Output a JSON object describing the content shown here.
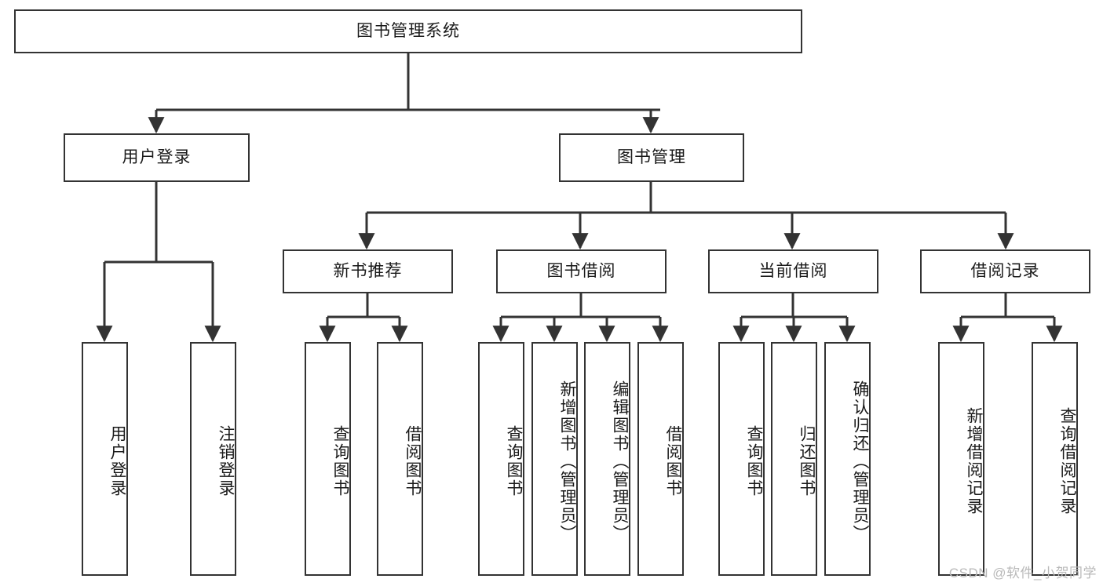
{
  "diagram": {
    "title": "图书管理系统",
    "type": "tree-hierarchy",
    "watermark": "CSDN @软件_小贺同学",
    "colors": {
      "stroke": "#333333",
      "fill": "#ffffff",
      "text": "#1a1a1a",
      "watermark": "#b9b9b9"
    },
    "nodes": {
      "root": {
        "label": "图书管理系统",
        "level": 1,
        "orientation": "horizontal"
      },
      "n_user_login": {
        "label": "用户登录",
        "level": 2,
        "orientation": "horizontal"
      },
      "n_book_manage": {
        "label": "图书管理",
        "level": 2,
        "orientation": "horizontal"
      },
      "n_new_book_rec": {
        "label": "新书推荐",
        "level": 3,
        "orientation": "horizontal"
      },
      "n_book_borrow": {
        "label": "图书借阅",
        "level": 3,
        "orientation": "horizontal"
      },
      "n_current_borrow": {
        "label": "当前借阅",
        "level": 3,
        "orientation": "horizontal"
      },
      "n_borrow_record": {
        "label": "借阅记录",
        "level": 3,
        "orientation": "horizontal"
      },
      "l_user_login": {
        "label": "用户登录",
        "level": 4,
        "orientation": "vertical"
      },
      "l_logout": {
        "label": "注销登录",
        "level": 4,
        "orientation": "vertical"
      },
      "l_query_book_1": {
        "label": "查询图书",
        "level": 4,
        "orientation": "vertical"
      },
      "l_borrow_book_1": {
        "label": "借阅图书",
        "level": 4,
        "orientation": "vertical"
      },
      "l_query_book_2": {
        "label": "查询图书",
        "level": 4,
        "orientation": "vertical"
      },
      "l_add_book": {
        "label": "新增图书（管理员）",
        "level": 4,
        "orientation": "vertical"
      },
      "l_edit_book": {
        "label": "编辑图书（管理员）",
        "level": 4,
        "orientation": "vertical"
      },
      "l_borrow_book_2": {
        "label": "借阅图书",
        "level": 4,
        "orientation": "vertical"
      },
      "l_query_book_3": {
        "label": "查询图书",
        "level": 4,
        "orientation": "vertical"
      },
      "l_return_book": {
        "label": "归还图书",
        "level": 4,
        "orientation": "vertical"
      },
      "l_confirm_return": {
        "label": "确认归还（管理员）",
        "level": 4,
        "orientation": "vertical"
      },
      "l_add_record": {
        "label": "新增借阅记录",
        "level": 4,
        "orientation": "vertical"
      },
      "l_query_record": {
        "label": "查询借阅记录",
        "level": 4,
        "orientation": "vertical"
      }
    },
    "edges": [
      {
        "from": "root",
        "to": "n_user_login"
      },
      {
        "from": "root",
        "to": "n_book_manage"
      },
      {
        "from": "n_book_manage",
        "to": "n_new_book_rec"
      },
      {
        "from": "n_book_manage",
        "to": "n_book_borrow"
      },
      {
        "from": "n_book_manage",
        "to": "n_current_borrow"
      },
      {
        "from": "n_book_manage",
        "to": "n_borrow_record"
      },
      {
        "from": "n_user_login",
        "to": "l_user_login"
      },
      {
        "from": "n_user_login",
        "to": "l_logout"
      },
      {
        "from": "n_new_book_rec",
        "to": "l_query_book_1"
      },
      {
        "from": "n_new_book_rec",
        "to": "l_borrow_book_1"
      },
      {
        "from": "n_book_borrow",
        "to": "l_query_book_2"
      },
      {
        "from": "n_book_borrow",
        "to": "l_add_book"
      },
      {
        "from": "n_book_borrow",
        "to": "l_edit_book"
      },
      {
        "from": "n_book_borrow",
        "to": "l_borrow_book_2"
      },
      {
        "from": "n_current_borrow",
        "to": "l_query_book_3"
      },
      {
        "from": "n_current_borrow",
        "to": "l_return_book"
      },
      {
        "from": "n_current_borrow",
        "to": "l_confirm_return"
      },
      {
        "from": "n_borrow_record",
        "to": "l_add_record"
      },
      {
        "from": "n_borrow_record",
        "to": "l_query_record"
      }
    ]
  }
}
